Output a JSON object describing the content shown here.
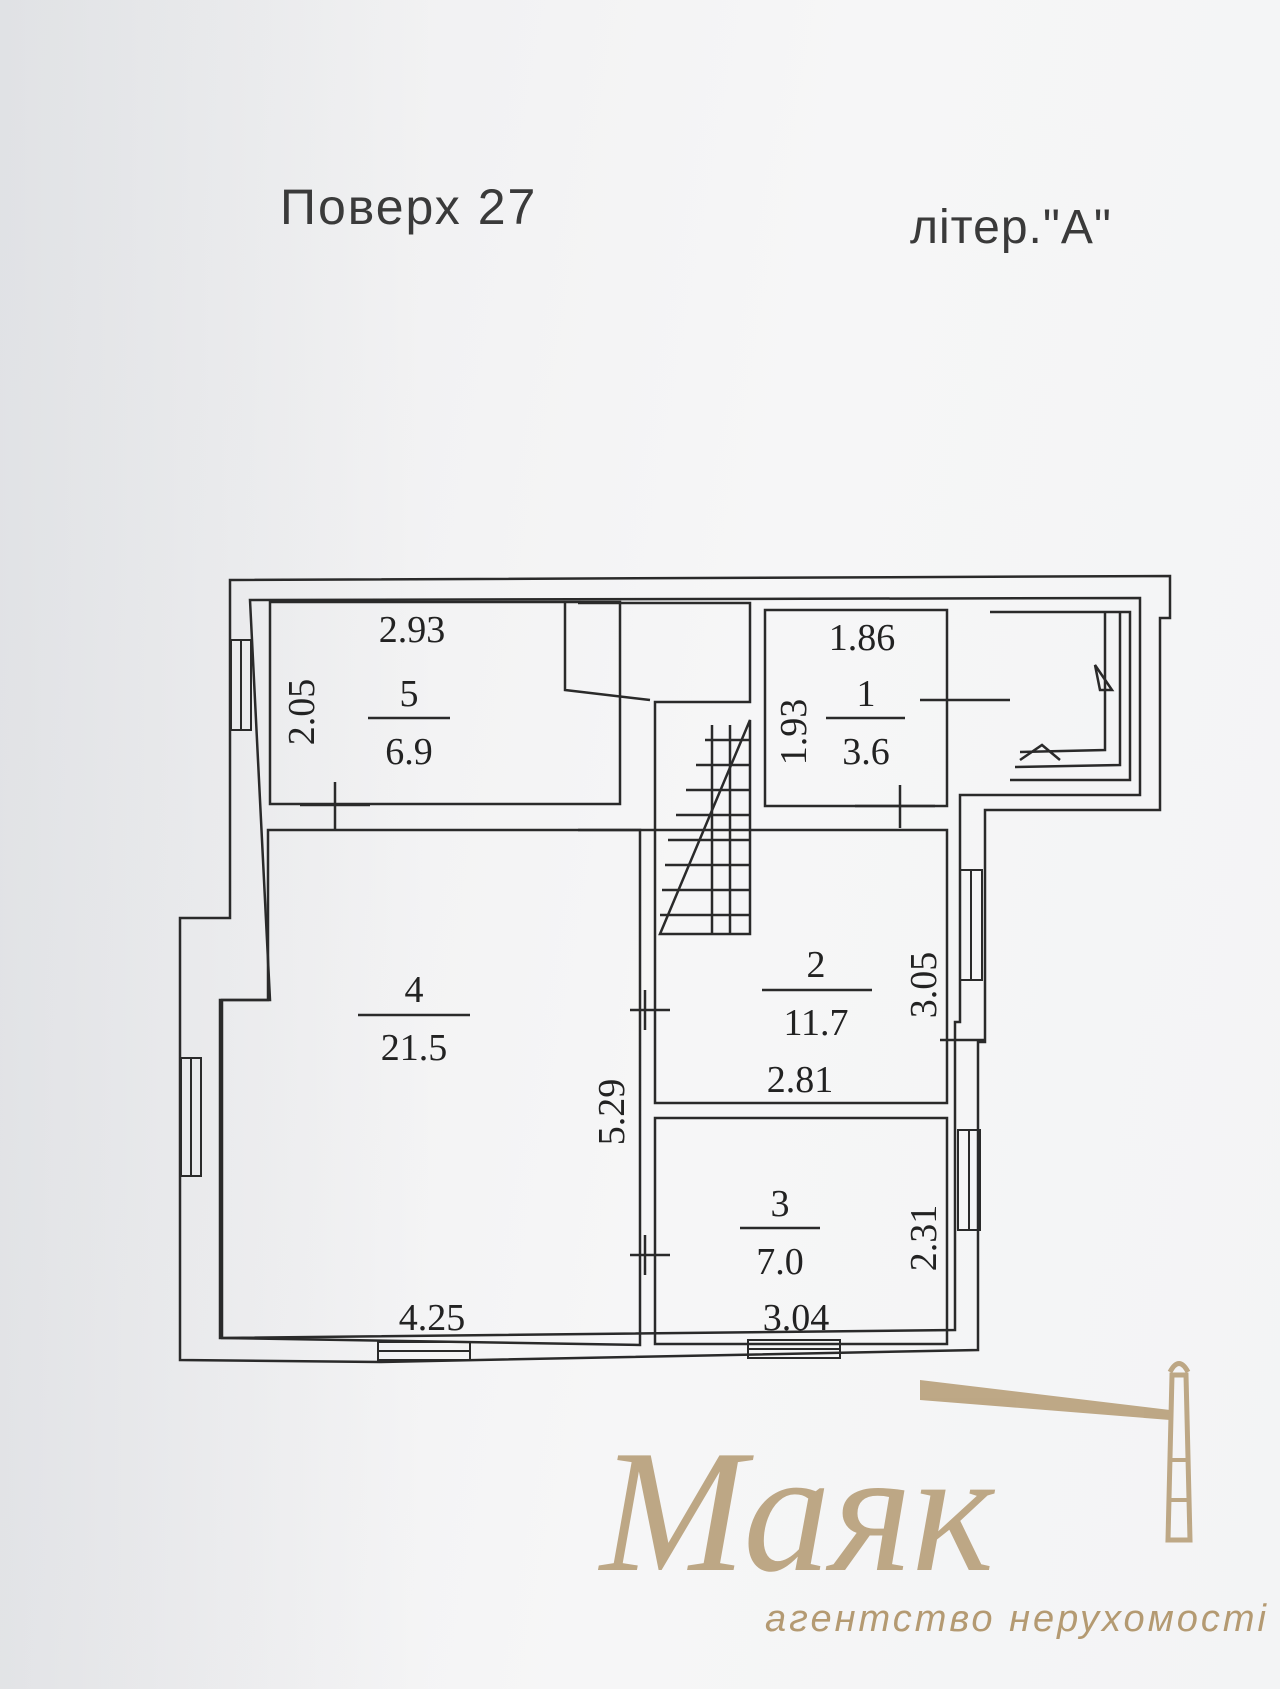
{
  "header": {
    "floor_label": "Поверх 27",
    "litera_label": "літер.\"А\""
  },
  "rooms": [
    {
      "number": "5",
      "area": "6.9"
    },
    {
      "number": "1",
      "area": "3.6"
    },
    {
      "number": "4",
      "area": "21.5"
    },
    {
      "number": "2",
      "area": "11.7"
    },
    {
      "number": "3",
      "area": "7.0"
    }
  ],
  "dimensions": {
    "room5_width": "2.93",
    "room5_height": "2.05",
    "room1_width": "1.86",
    "room1_height": "1.93",
    "room4_width": "4.25",
    "room4_height": "5.29",
    "room2_width": "2.81",
    "room2_height": "3.05",
    "room3_width": "3.04",
    "room3_height": "2.31"
  },
  "watermark": {
    "brand": "Маяк",
    "tagline": "агентство нерухомості",
    "color": "#b49a72"
  }
}
